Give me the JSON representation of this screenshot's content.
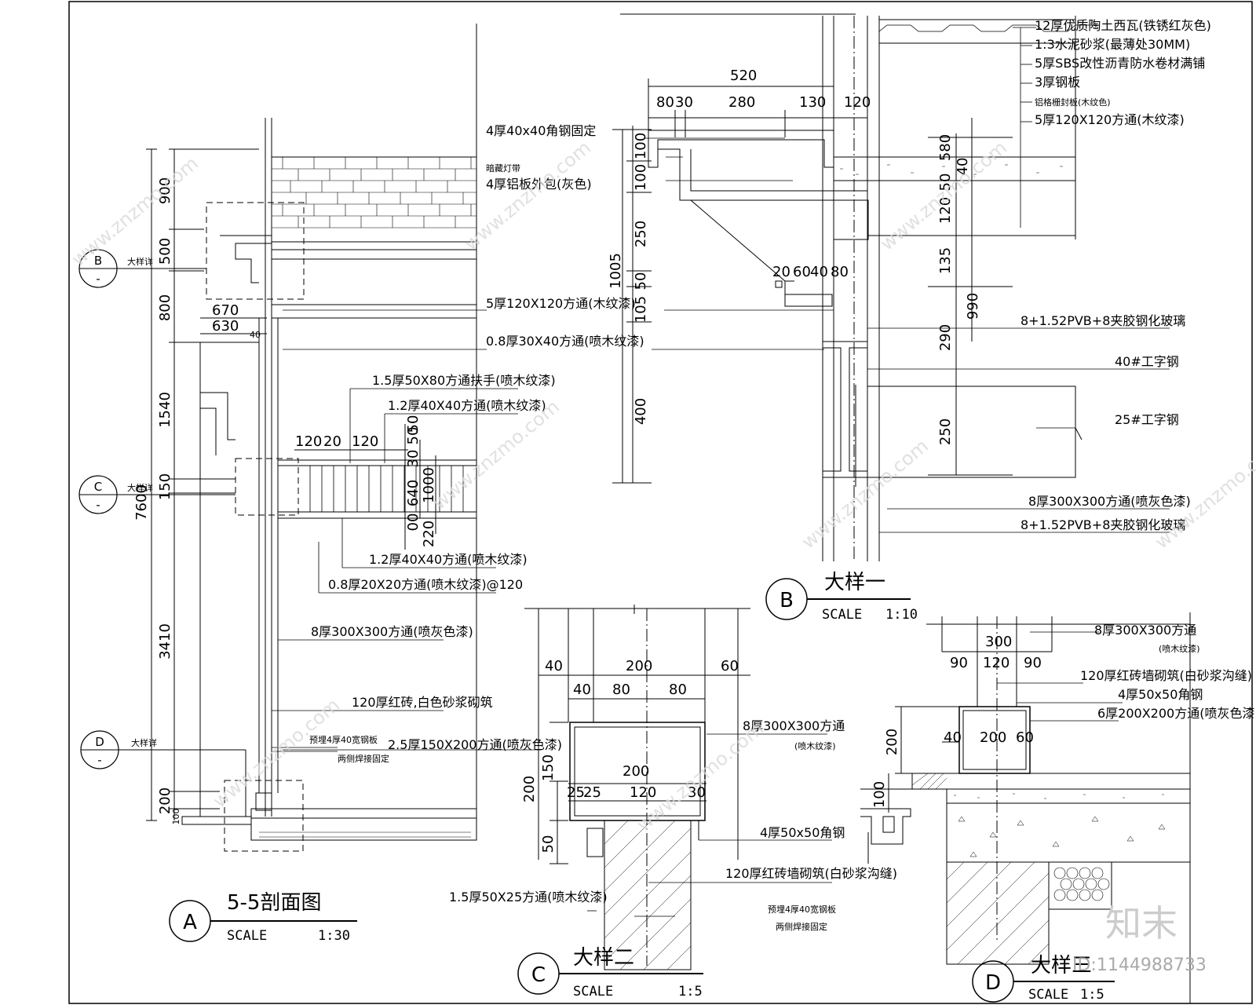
{
  "views": {
    "a": {
      "marker": "A",
      "title": "5-5剖面图",
      "scale_label": "SCALE",
      "scale_value": "1:30"
    },
    "b": {
      "marker": "B",
      "title": "大样一",
      "scale_label": "SCALE",
      "scale_value": "1:10"
    },
    "c": {
      "marker": "C",
      "title": "大样二",
      "scale_label": "SCALE",
      "scale_value": "1:5"
    },
    "d": {
      "marker": "D",
      "title": "大样三",
      "scale_label": "SCALE",
      "scale_value": "1:5"
    }
  },
  "detail_refs": [
    {
      "marker": "B",
      "sub": "-",
      "label": "大样详"
    },
    {
      "marker": "C",
      "sub": "-",
      "label": "大样详"
    },
    {
      "marker": "D",
      "sub": "-",
      "label": "大样详"
    }
  ],
  "section_55": {
    "vertical_dims": [
      "900",
      "500",
      "800",
      "1540",
      "150",
      "3410",
      "200",
      "100"
    ],
    "overall_height": "7600",
    "horizontal_dims": [
      "670",
      "630",
      "40"
    ],
    "rail_dims": [
      "120",
      "20",
      "120",
      "50",
      "50",
      "30",
      "640",
      "1000",
      "00",
      "220"
    ],
    "notes": [
      "1.5厚50X80方通扶手(喷木纹漆)",
      "1.2厚40X40方通(喷木纹漆)",
      "5厚120X120方通(木纹漆)",
      "0.8厚30X40方通(喷木纹漆)",
      "1.2厚40X40方通(喷木纹漆)",
      "0.8厚20X20方通(喷木纹漆)@120",
      "8厚300X300方通(喷灰色漆)",
      "120厚红砖,白色砂浆砌筑",
      "预埋4厚40宽钢板",
      "两侧焊接固定",
      "2.5厚150X200方通(喷灰色漆)"
    ]
  },
  "detail_1": {
    "top_dims": [
      "520",
      "80",
      "30",
      "280",
      "130",
      "120"
    ],
    "left_dims": [
      "100",
      "100",
      "250",
      "50",
      "105",
      "400",
      "1005"
    ],
    "mid_dims": [
      "20",
      "60",
      "40",
      "80"
    ],
    "right_dims": [
      "580",
      "40",
      "50",
      "120",
      "135",
      "290",
      "250",
      "990"
    ],
    "notes": [
      "12厚优质陶土西瓦(铁锈红灰色)",
      "1:3水泥砂浆(最薄处30MM)",
      "5厚SBS改性沥青防水卷材满铺",
      "3厚钢板",
      "铝格栅封板(木纹色)",
      "5厚120X120方通(木纹漆)",
      "4厚40x40角钢固定",
      "暗藏灯带",
      "4厚铝板外包(灰色)",
      "8+1.52PVB+8夹胶钢化玻璃",
      "40#工字钢",
      "25#工字钢",
      "8厚300X300方通(喷灰色漆)",
      "8+1.52PVB+8夹胶钢化玻璃"
    ]
  },
  "detail_2": {
    "dims": [
      "40",
      "200",
      "60",
      "40",
      "80",
      "80",
      "200",
      "25",
      "25",
      "120",
      "30",
      "150",
      "200",
      "50"
    ],
    "notes": [
      "8厚300X300方通",
      "(喷木纹漆)",
      "4厚50x50角钢",
      "120厚红砖墙砌筑(白砂浆沟缝)",
      "1.5厚50X25方通(喷木纹漆)",
      "预埋4厚40宽钢板",
      "两侧焊接固定"
    ]
  },
  "detail_3": {
    "dims": [
      "300",
      "90",
      "120",
      "90",
      "40",
      "200",
      "60",
      "200",
      "100"
    ],
    "notes": [
      "8厚300X300方通",
      "(喷木纹漆)",
      "120厚红砖墙砌筑(白砂浆沟缝)",
      "4厚50x50角钢",
      "6厚200X200方通(喷灰色漆)"
    ]
  },
  "watermark": {
    "site": "www.znzmo.com",
    "brand": "知末",
    "id": "ID:1144988733"
  }
}
